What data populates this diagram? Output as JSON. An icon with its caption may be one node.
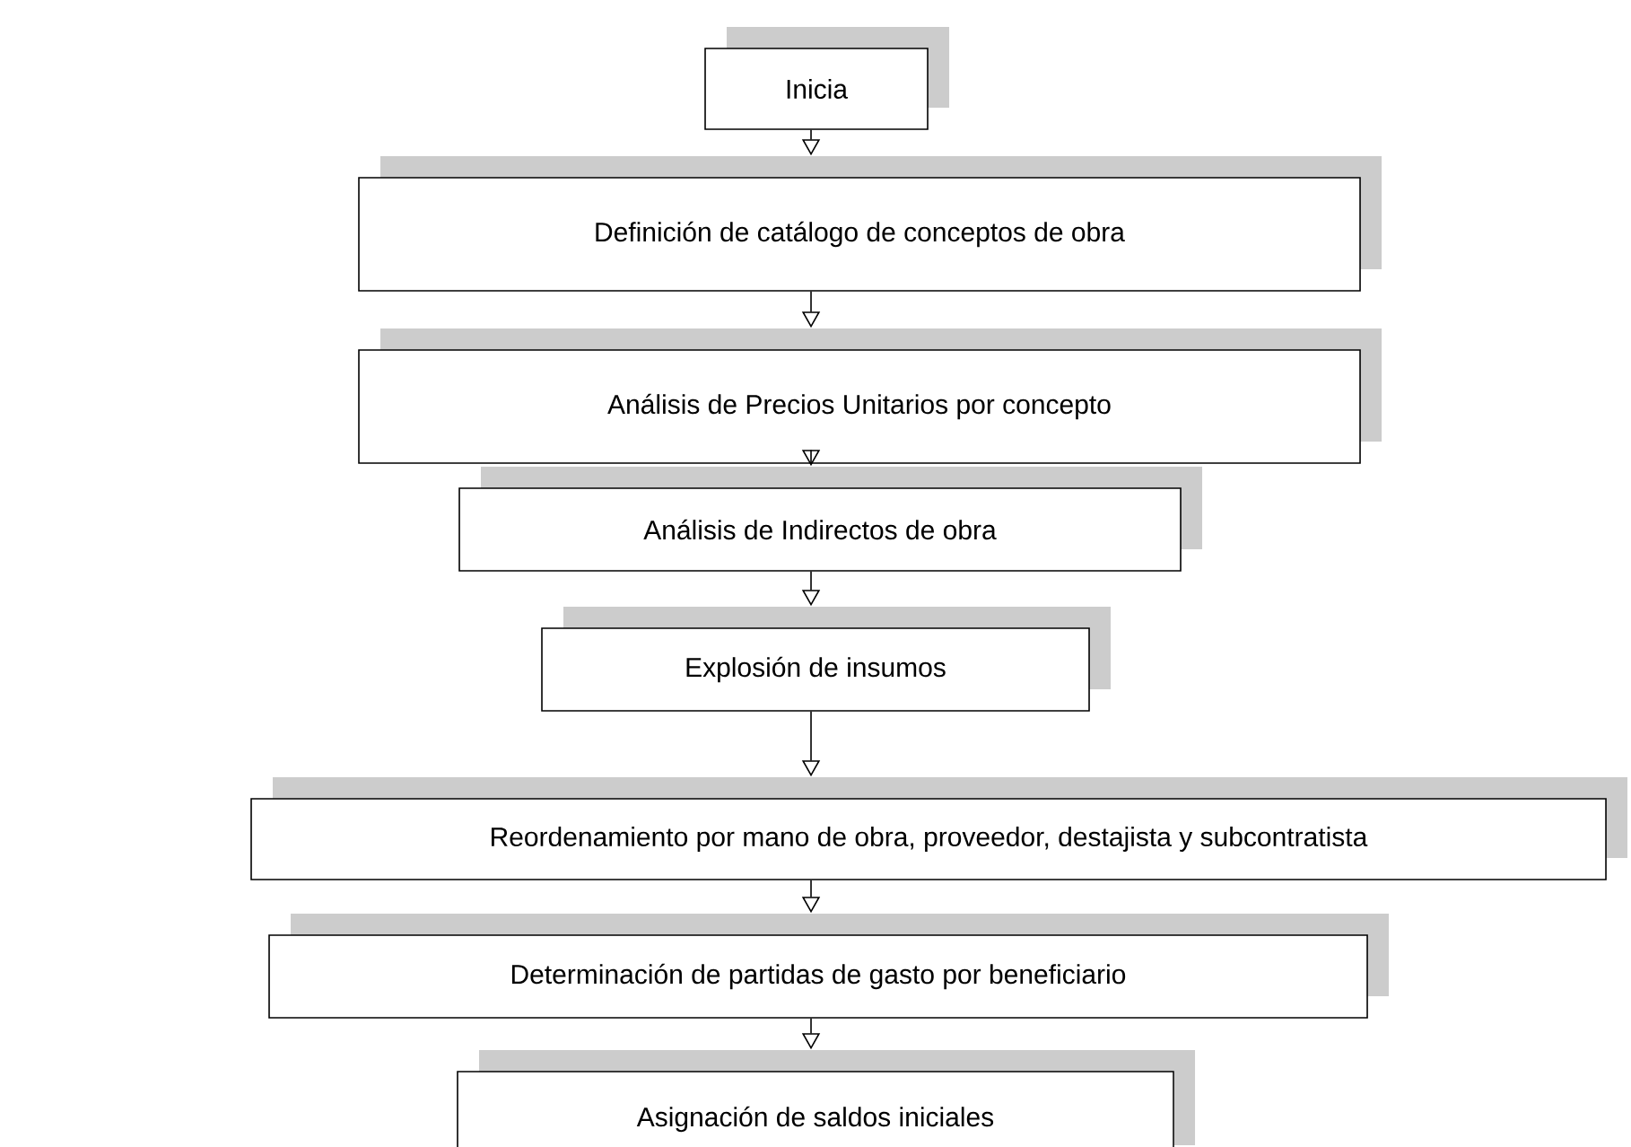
{
  "diagram": {
    "nodes": [
      {
        "text": [
          "Inicia"
        ]
      },
      {
        "text": [
          "Definición de catálogo de conceptos de obra"
        ]
      },
      {
        "text": [
          "Análisis de Precios Unitarios por concepto"
        ]
      },
      {
        "text": [
          "Análisis de Indirectos de obra"
        ]
      },
      {
        "text": [
          "Explosión de insumos"
        ]
      },
      {
        "text": [
          "Reordenamiento por mano de obra, proveedor, destajista y subcontratista"
        ]
      },
      {
        "text": [
          "Determinación de partidas de gasto por beneficiario"
        ]
      },
      {
        "text": [
          "Asignación de saldos iniciales"
        ]
      }
    ],
    "edges": [
      {
        "from": 0,
        "to": 1,
        "arrow": "to"
      },
      {
        "from": 1,
        "to": 2,
        "arrow": "to"
      },
      {
        "from": 2,
        "to": 3,
        "arrow": "to"
      },
      {
        "from": 3,
        "to": 4,
        "arrow": "to"
      },
      {
        "from": 4,
        "to": 5,
        "arrow": "to"
      },
      {
        "from": 5,
        "to": 6,
        "arrow": "to"
      },
      {
        "from": 6,
        "to": 7,
        "arrow": "to"
      }
    ]
  }
}
